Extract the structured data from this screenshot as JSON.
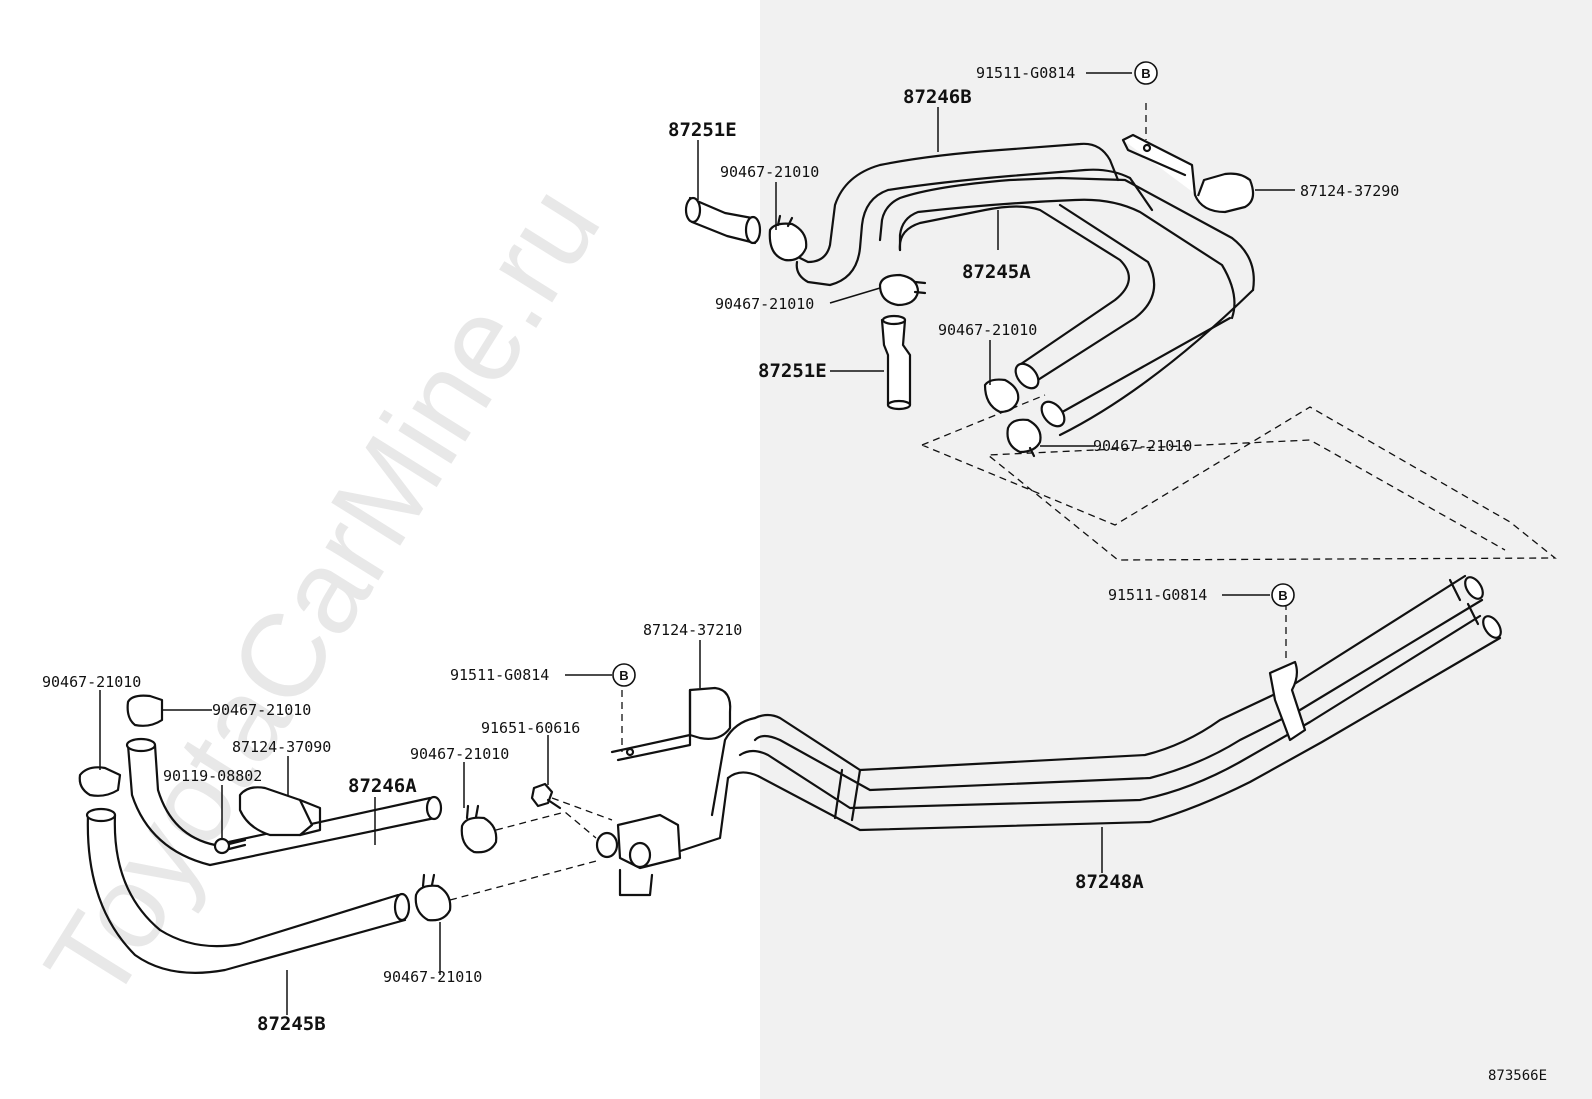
{
  "watermark": "ToyotaCarMine.ru",
  "diagram_code": "873566E",
  "callouts": {
    "c1": "91511-G0814",
    "c2": "87246B",
    "c3": "87251E",
    "c4": "90467-21010",
    "c5": "87124-37290",
    "c6": "87245A",
    "c7": "90467-21010",
    "c8": "90467-21010",
    "c9": "87251E",
    "c10": "90467-21010",
    "c11": "91511-G0814",
    "c12": "87124-37210",
    "c13": "91511-G0814",
    "c14": "90467-21010",
    "c15": "90467-21010",
    "c16": "91651-60616",
    "c17": "87124-37090",
    "c18": "90119-08802",
    "c19": "87246A",
    "c20": "90467-21010",
    "c21": "87248A",
    "c22": "90467-21010",
    "c23": "87245B"
  },
  "ref_marker": "B",
  "colors": {
    "ink": "#111111",
    "shade": "#f1f1f1"
  }
}
